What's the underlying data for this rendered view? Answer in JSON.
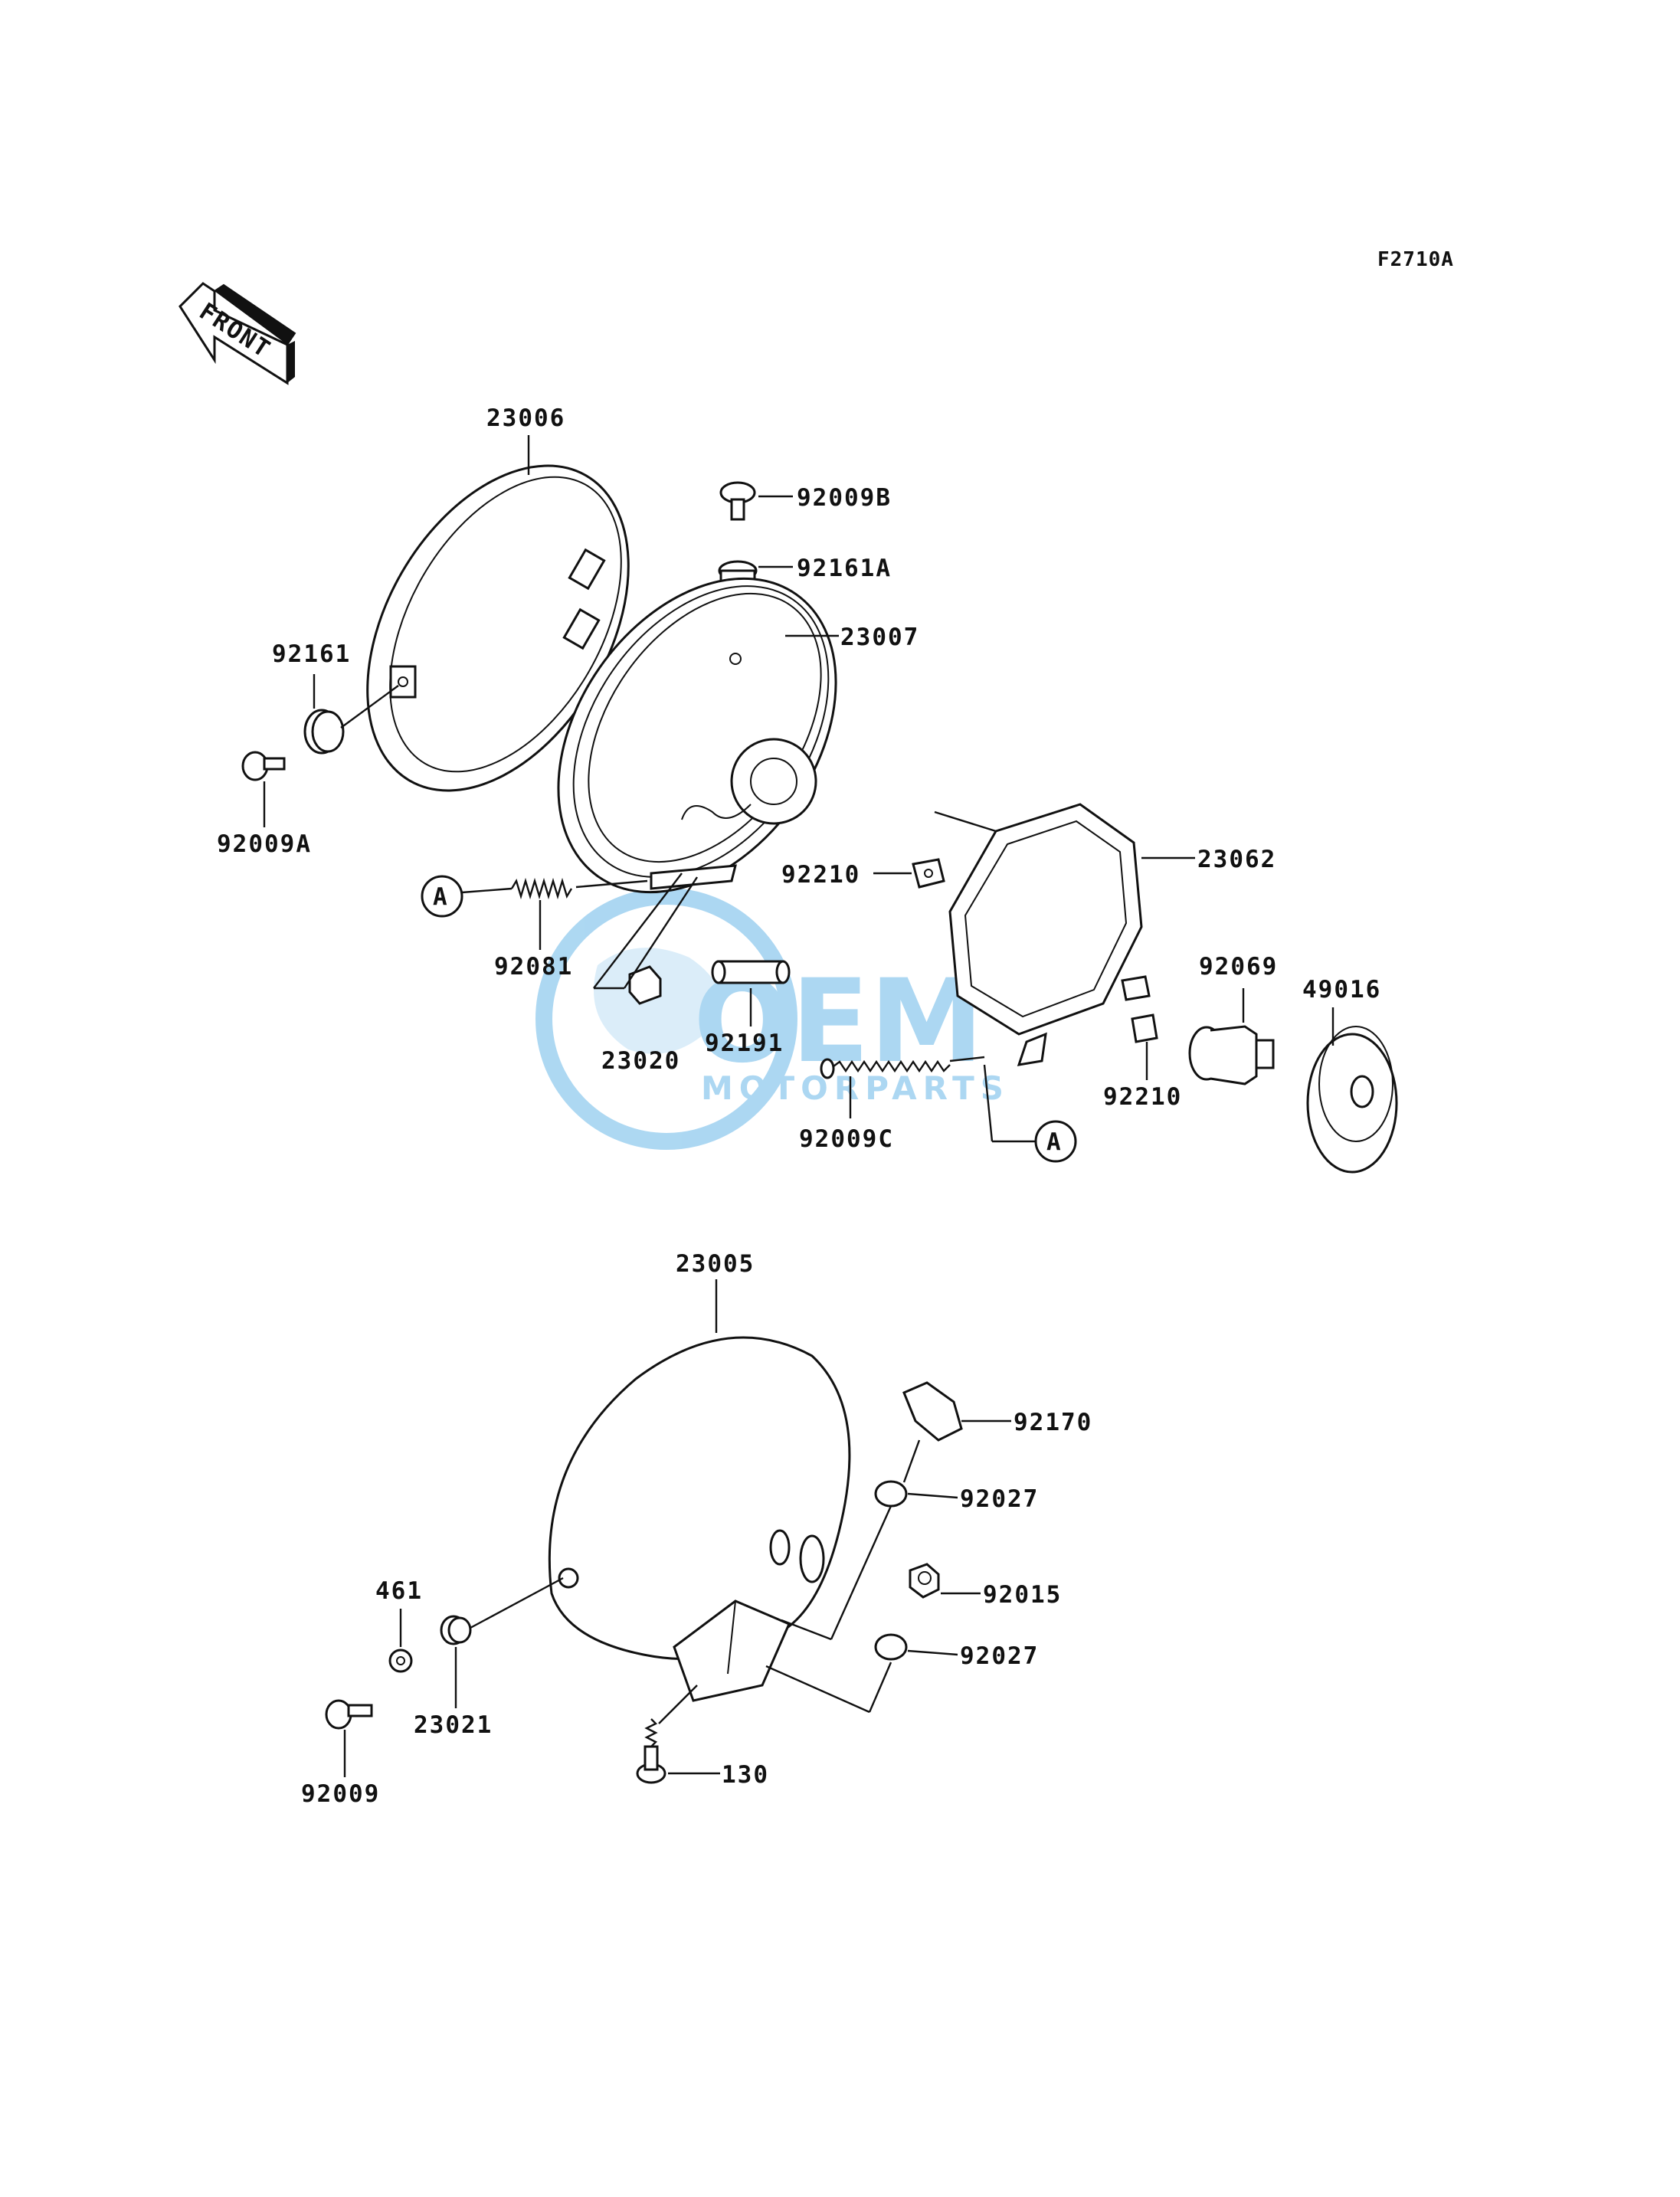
{
  "diagram_code": "F2710A",
  "front_arrow_label": "FRONT",
  "watermark": {
    "brand": "OEM",
    "sub": "MOTORPARTS",
    "color": "#6ab8e8"
  },
  "parts": {
    "p23006": "23006",
    "p92009B": "92009B",
    "p92161A": "92161A",
    "p23007": "23007",
    "p92161": "92161",
    "p92009A": "92009A",
    "p92210_top": "92210",
    "p23062": "23062",
    "p92081": "92081",
    "p92069": "92069",
    "p49016": "49016",
    "p23020": "23020",
    "p92191": "92191",
    "p92210_bottom": "92210",
    "p92009C": "92009C",
    "p23005": "23005",
    "p92170": "92170",
    "p92027_top": "92027",
    "p461": "461",
    "p92015": "92015",
    "p92027_bottom": "92027",
    "p23021": "23021",
    "p130": "130",
    "p92009": "92009"
  },
  "refs": {
    "ref_a_left": "A",
    "ref_a_right": "A"
  }
}
